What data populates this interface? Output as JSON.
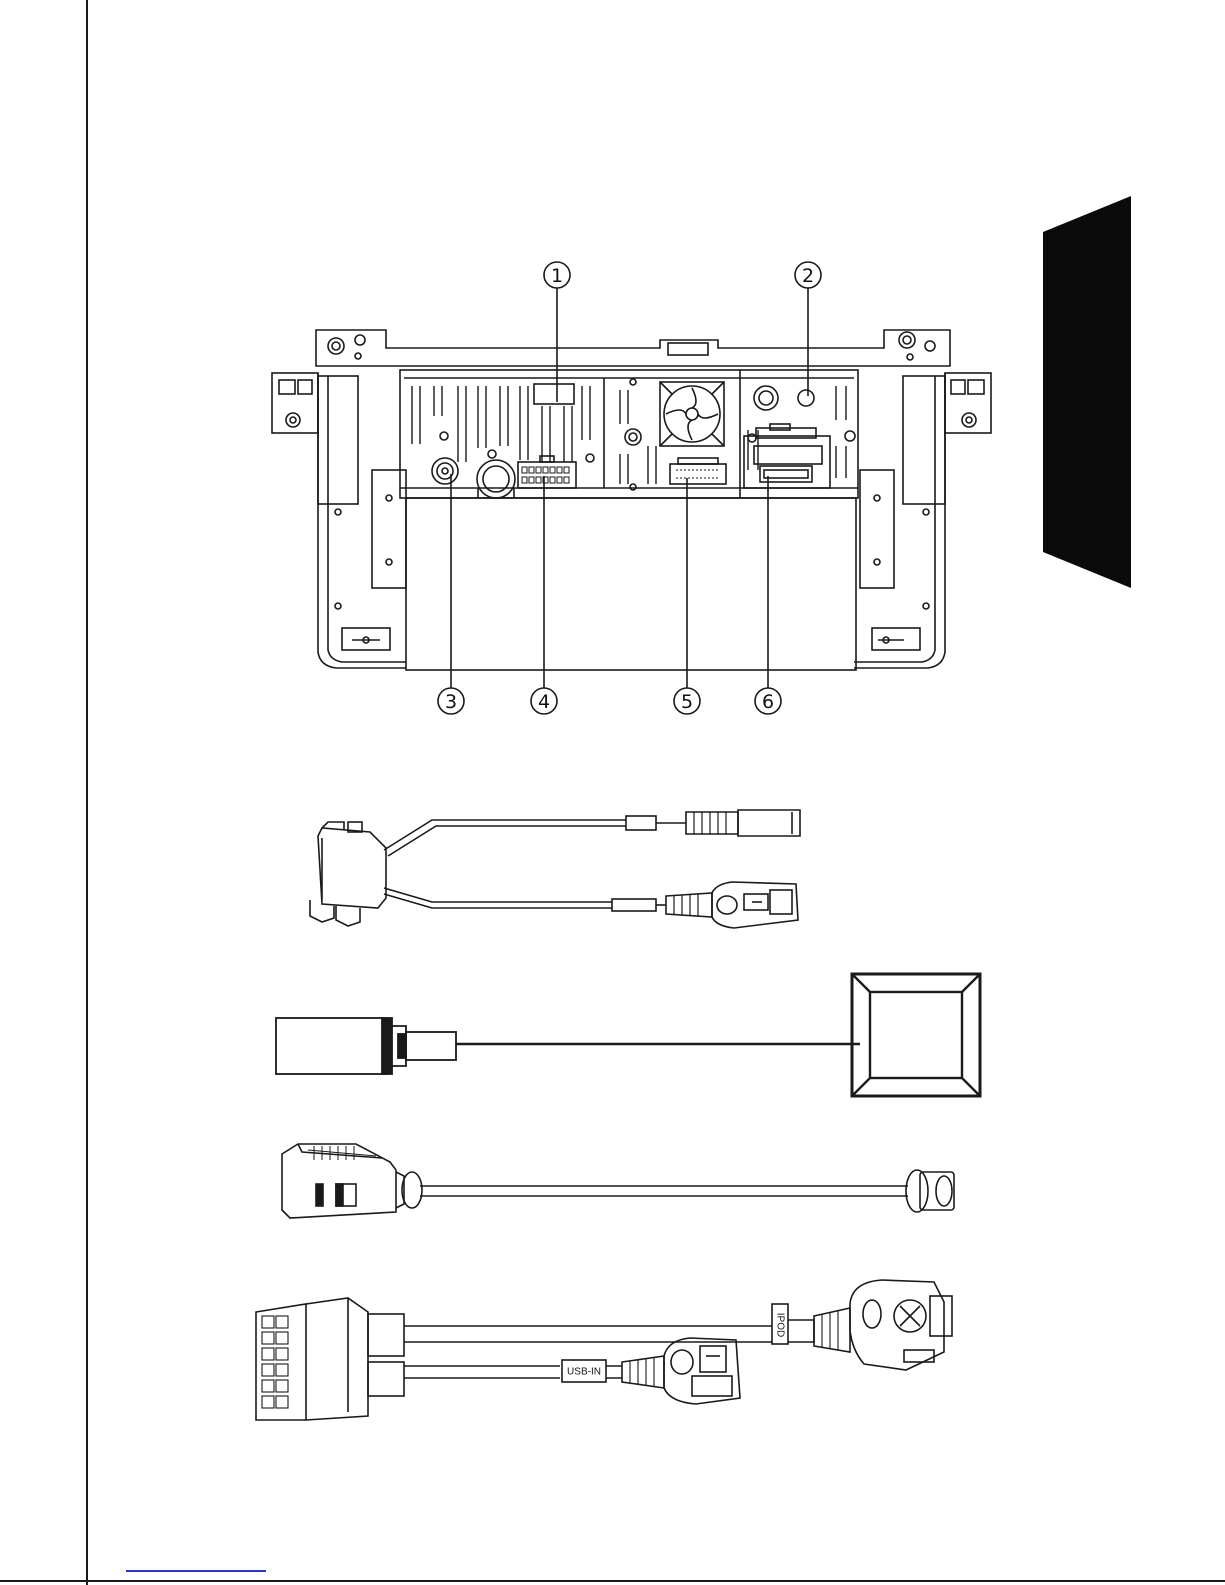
{
  "diagram": {
    "callouts": [
      {
        "id": 1,
        "label": "1"
      },
      {
        "id": 2,
        "label": "2"
      },
      {
        "id": 3,
        "label": "3"
      },
      {
        "id": 4,
        "label": "4"
      },
      {
        "id": 5,
        "label": "5"
      },
      {
        "id": 6,
        "label": "6"
      }
    ]
  },
  "accessories": {
    "ipod_usb_cable": {
      "ipod_label": "IPOD",
      "usb_label": "USB-IN"
    }
  },
  "colors": {
    "ink": "#1a1a1a",
    "edge_tab": "#0b0b0b",
    "footer_link": "#2a36c9"
  }
}
